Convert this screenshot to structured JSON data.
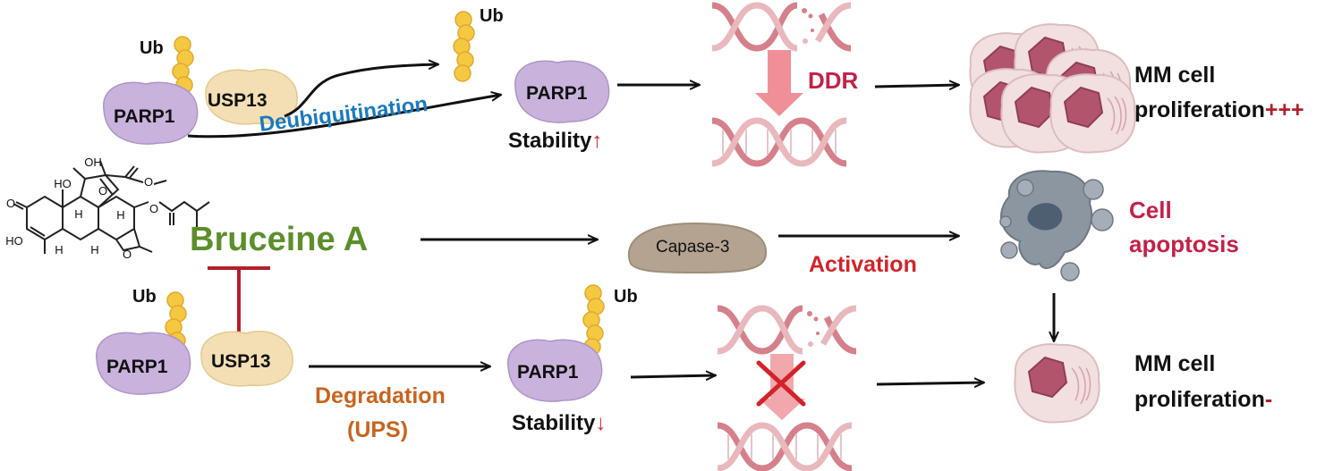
{
  "colors": {
    "parp1": "#c9b3dd",
    "usp13": "#f3dfb3",
    "ub": "#f5c842",
    "dna_a": "#d5808a",
    "dna_b": "#e8b8bd",
    "caspase": "#b3a390",
    "arrow": "#111111",
    "inhibit": "#b3202a",
    "red_text": "#d2232a",
    "crimson_text": "#c32148",
    "blue_text": "#1a7abf",
    "green_text": "#5c8f2b",
    "orange_text": "#c8641e",
    "cell_pink": "#f2dfdf",
    "nucleus": "#b2556c",
    "apoptotic_cell": "#8c96a1"
  },
  "icons": {
    "protein": "blob-icon",
    "ubiquitin": "bead-chain-icon",
    "dna": "double-helix-icon",
    "cell": "cell-icon",
    "block": "x-mark-icon",
    "inhibition": "t-bar-icon",
    "compound": "chemical-structure-icon"
  },
  "top": {
    "ub_bound": "Ub",
    "parp1_complex": "PARP1",
    "usp13_complex": "USP13",
    "ub_released": "Ub",
    "process": "Deubiquitination",
    "parp1_free": "PARP1",
    "stability": "Stability",
    "stability_arrow": "↑",
    "ddr": "DDR",
    "outcome_line1": "MM cell",
    "outcome_line2": "proliferation",
    "outcome_sign": "+++"
  },
  "middle": {
    "drug": "Bruceine A",
    "enzyme": "Capase-3",
    "activation": "Activation",
    "apoptosis_line1": "Cell",
    "apoptosis_line2": "apoptosis"
  },
  "structure": {
    "oh_top": "OH",
    "ho_left": "HO",
    "o_bridge": "O",
    "o_ketone": "O",
    "ho_bottom": "HO",
    "h_a": "H",
    "h_b": "H",
    "h_c": "H",
    "h_d": "H",
    "o_ester": "O",
    "o_lactone": "O",
    "o_carbonyl": "O"
  },
  "bottom": {
    "ub_bound": "Ub",
    "parp1_complex": "PARP1",
    "usp13_complex": "USP13",
    "process_line1": "Degradation",
    "process_line2": "(UPS)",
    "ub_attached": "Ub",
    "parp1_free": "PARP1",
    "stability": "Stability",
    "stability_arrow": "↓",
    "outcome_line1": "MM cell",
    "outcome_line2": "proliferation",
    "outcome_sign": "-"
  }
}
